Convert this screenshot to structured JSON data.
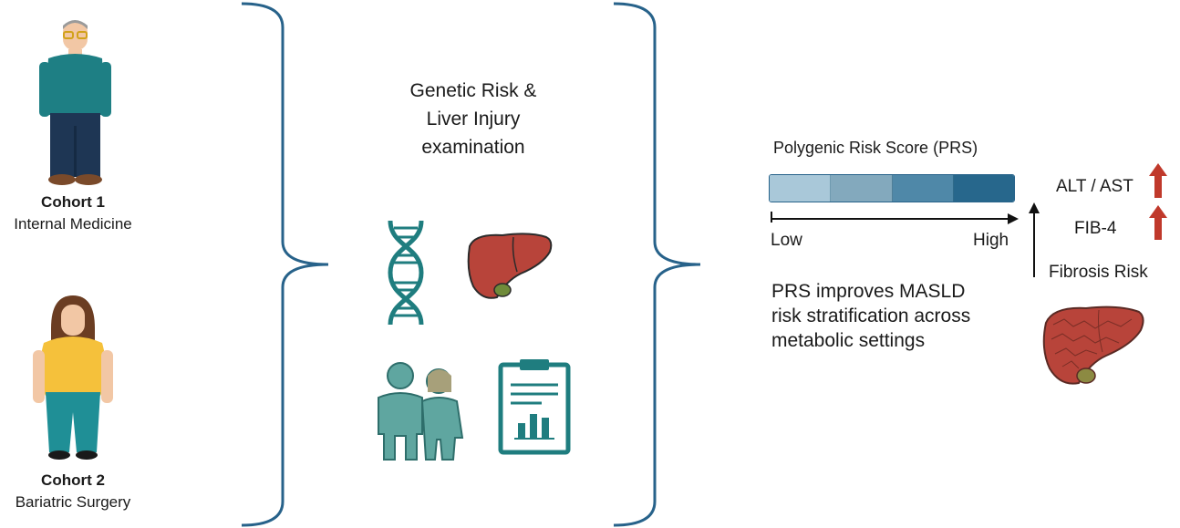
{
  "cohorts": [
    {
      "title": "Cohort 1",
      "subtitle": "Internal Medicine"
    },
    {
      "title": "Cohort 2",
      "subtitle": "Bariatric Surgery"
    }
  ],
  "middle": {
    "title": [
      "Genetic Risk &",
      "Liver Injury",
      "examination"
    ],
    "icons": [
      "dna-icon",
      "liver-icon",
      "patients-icon",
      "clipboard-chart-icon"
    ]
  },
  "prs": {
    "title": "Polygenic Risk Score (PRS)",
    "low_label": "Low",
    "high_label": "High",
    "segment_colors": [
      "#a9c8d9",
      "#83a9bd",
      "#4f88a8",
      "#27678c"
    ]
  },
  "markers": [
    {
      "label": "ALT / AST",
      "trend": "up"
    },
    {
      "label": "FIB-4",
      "trend": "up"
    }
  ],
  "fibrosis_label": "Fibrosis Risk",
  "conclusion": [
    "PRS improves MASLD",
    "risk stratification across",
    "metabolic settings"
  ],
  "colors": {
    "bracket": "#27628a",
    "teal": "#1f7d7f",
    "arrow_up": "#c0392b",
    "liver": "#b8443a"
  }
}
